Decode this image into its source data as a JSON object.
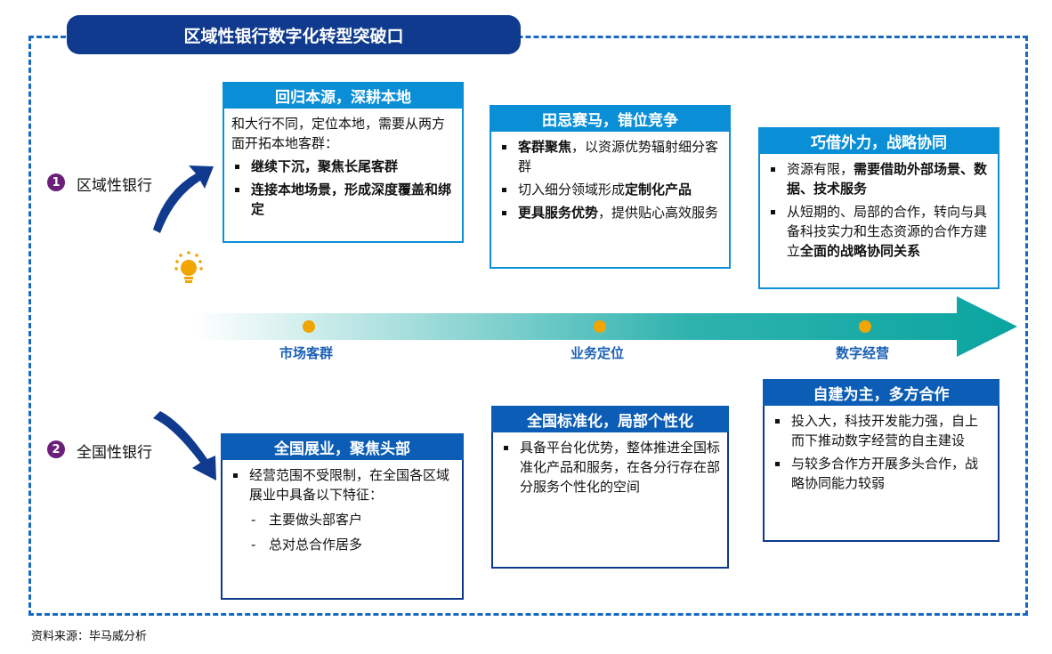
{
  "title": "区域性银行数字化转型突破口",
  "banks": [
    {
      "num": "1",
      "label": "区域性银行"
    },
    {
      "num": "2",
      "label": "全国性银行"
    }
  ],
  "stages": [
    "市场客群",
    "业务定位",
    "数字经营"
  ],
  "colors": {
    "banner": "#0f3a8e",
    "top_header": "#0a8fd6",
    "bottom_header": "#0b5db5",
    "arrow": "#0aa5a0",
    "dot": "#f0a500",
    "bulb": "#f0a500"
  },
  "regional": [
    {
      "title": "回归本源，深耕本地",
      "intro": "和大行不同，定位本地，需要从两方面开拓本地客群：",
      "bullets": [
        "继续下沉，聚焦长尾客群",
        "连接本地场景，形成深度覆盖和绑定"
      ]
    },
    {
      "title": "田忌赛马，错位竞争",
      "b1": {
        "bold": "客群聚焦",
        "rest": "，以资源优势辐射细分客群"
      },
      "b2": {
        "rest": "切入细分领域形成",
        "bold": "定制化产品"
      },
      "b3": {
        "bold": "更具服务优势",
        "rest": "，提供贴心高效服务"
      }
    },
    {
      "title": "巧借外力，战略协同",
      "b1": {
        "rest": "资源有限，",
        "bold": "需要借助外部场景、数据、技术服务"
      },
      "b2": {
        "rest": "从短期的、局部的合作，转向与具备科技实力和生态资源的合作方建立",
        "bold": "全面的战略协同关系"
      }
    }
  ],
  "national": [
    {
      "title": "全国展业，聚焦头部",
      "intro": "经营范围不受限制，在全国各区域展业中具备以下特征：",
      "subs": [
        "主要做头部客户",
        "总对总合作居多"
      ]
    },
    {
      "title": "全国标准化，局部个性化",
      "bullets": [
        "具备平台化优势，整体推进全国标准化产品和服务，在各分行存在部分服务个性化的空间"
      ]
    },
    {
      "title": "自建为主，多方合作",
      "bullets": [
        "投入大，科技开发能力强，自上而下推动数字经营的自主建设",
        "与较多合作方开展多头合作，战略协同能力较弱"
      ]
    }
  ],
  "source": "资料来源：毕马威分析"
}
